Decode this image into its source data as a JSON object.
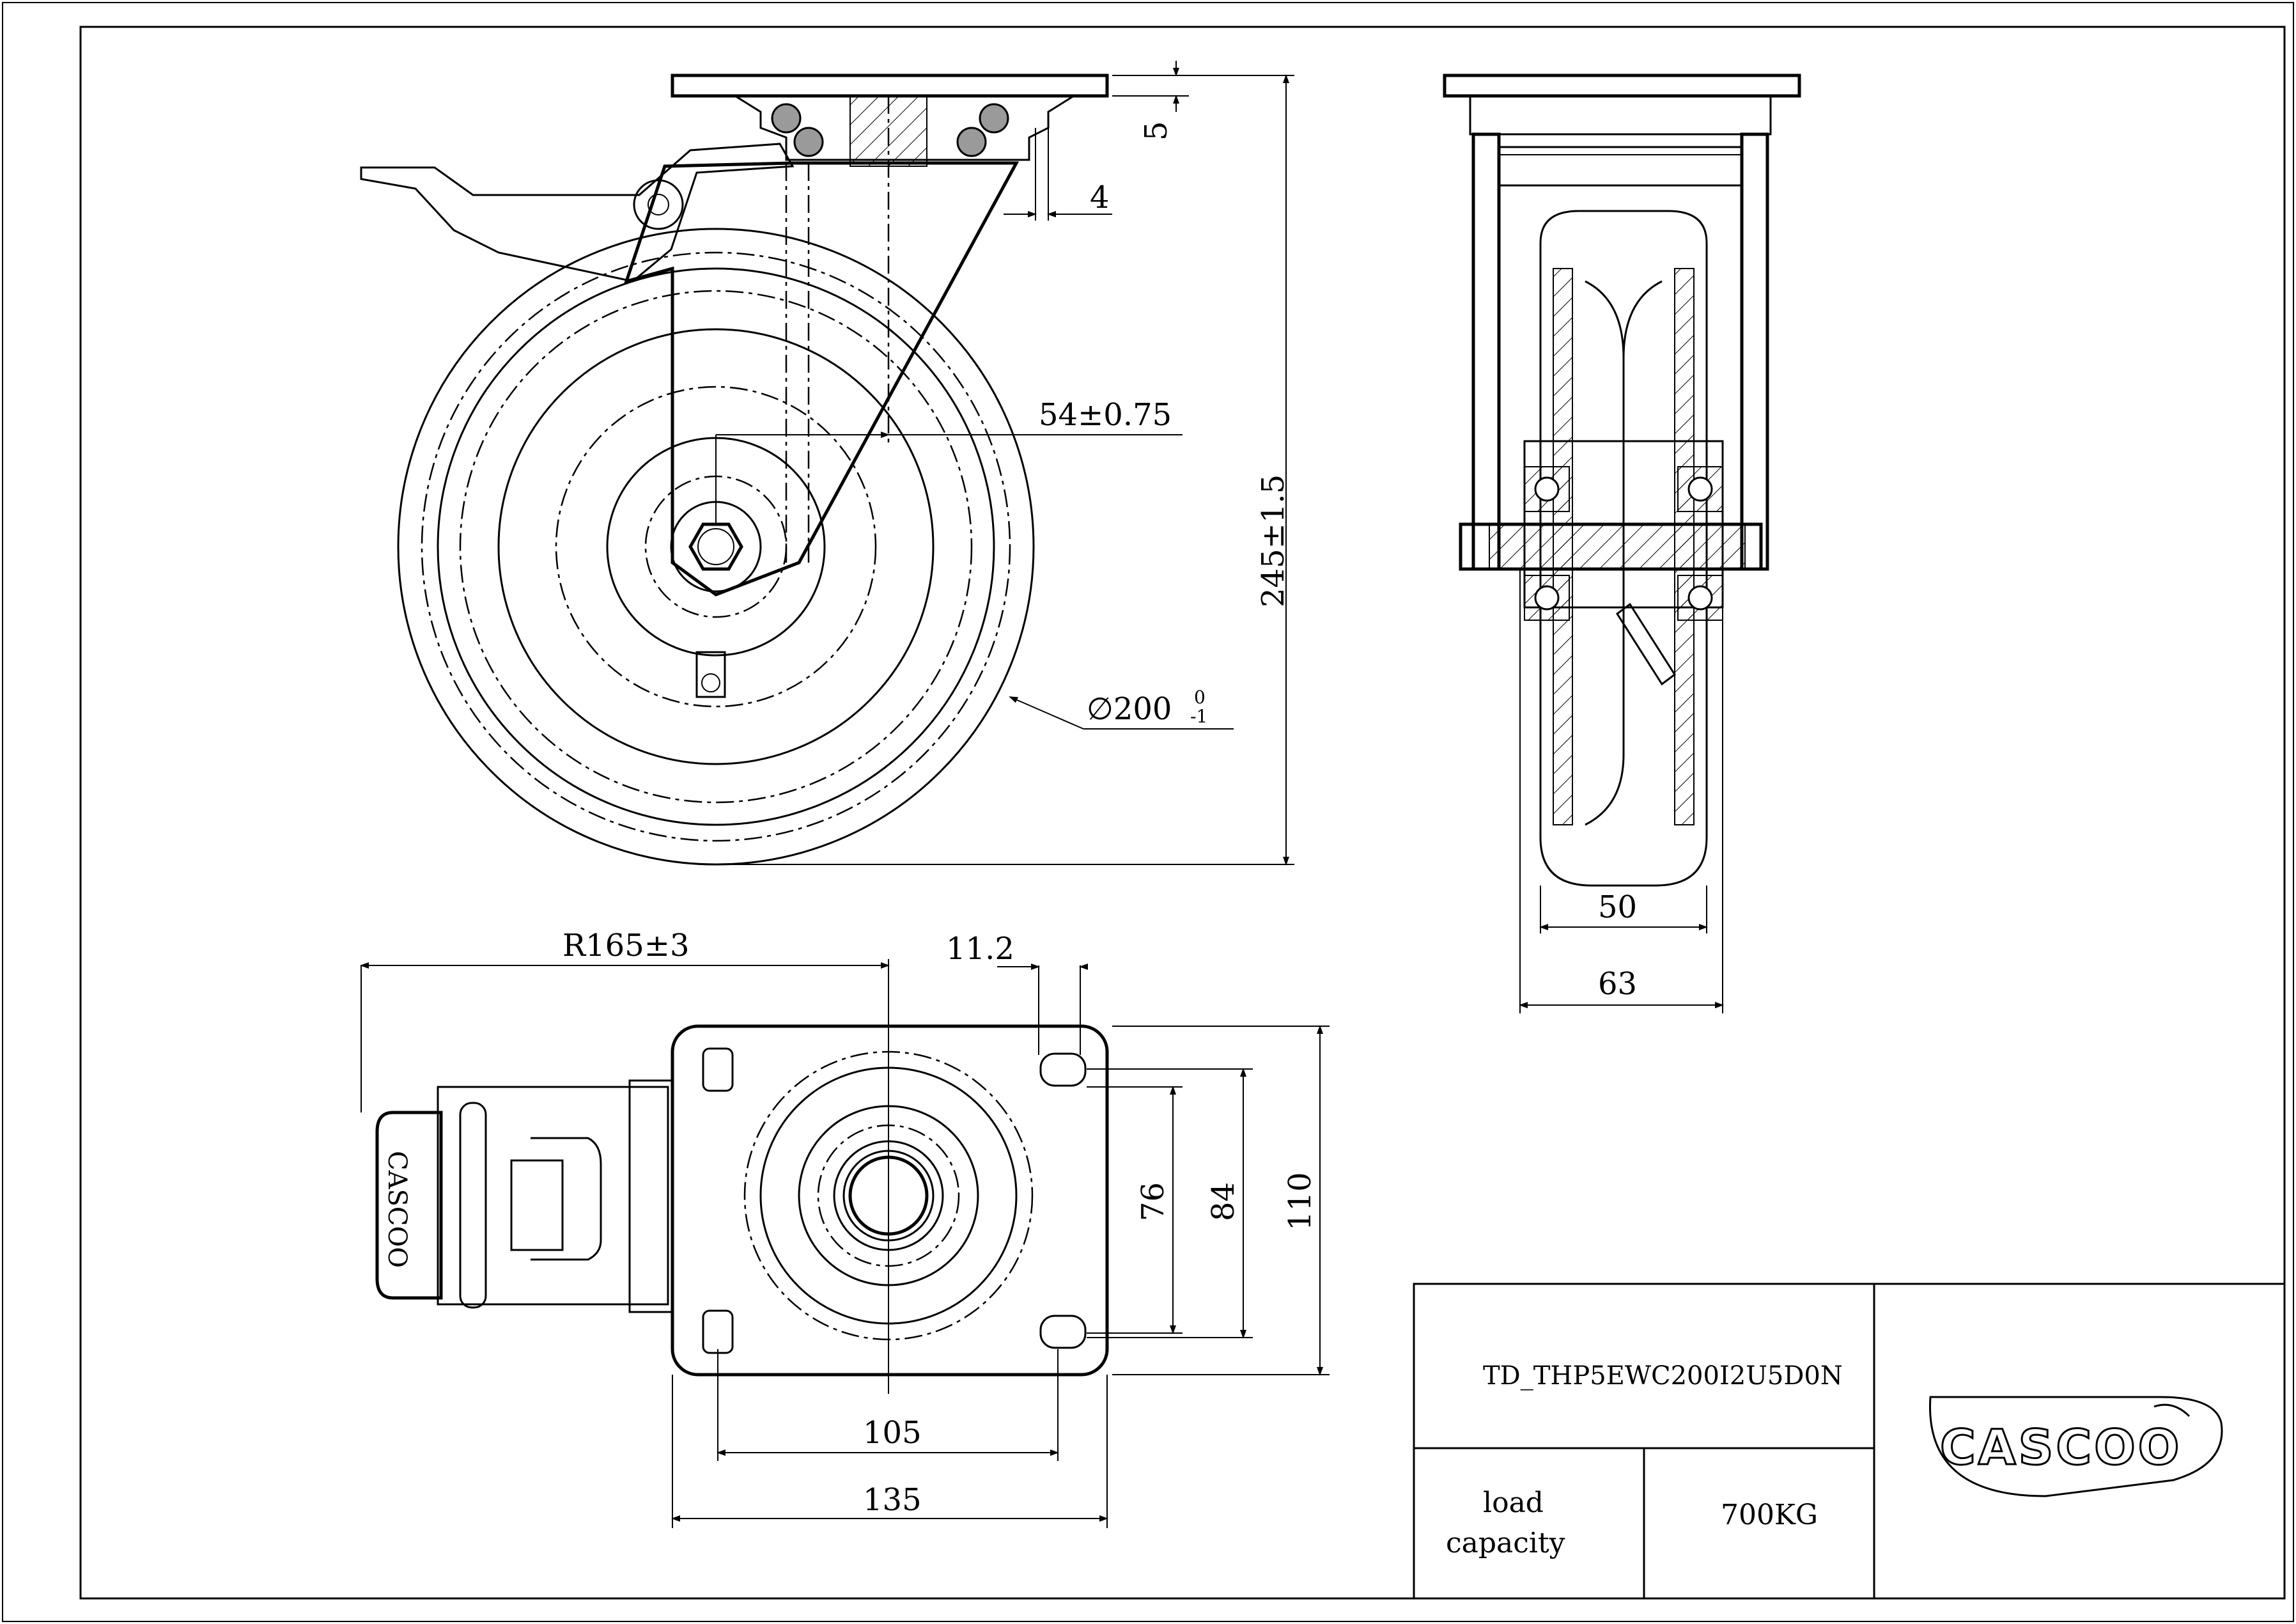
{
  "dimensions": {
    "plate_thickness": "5",
    "bearing_offset": "4",
    "swivel_offset": "54±0.75",
    "overall_height": "245±1.5",
    "wheel_diameter": "∅200",
    "wheel_diameter_tol_upper": "0",
    "wheel_diameter_tol_lower": "-1",
    "wheel_width": "50",
    "fork_width": "63",
    "swivel_radius": "R165±3",
    "slot_width": "11.2",
    "hole_spacing_short": "76",
    "hole_spacing_mid": "84",
    "plate_width": "110",
    "hole_spacing_long": "105",
    "plate_length": "135"
  },
  "title_block": {
    "model_code": "TD_THP5EWC200I2U5D0N",
    "load_label_line1": "load",
    "load_label_line2": "capacity",
    "load_value": "700KG",
    "logo_text": "CASCOO"
  },
  "brake_label": "CASCOO"
}
